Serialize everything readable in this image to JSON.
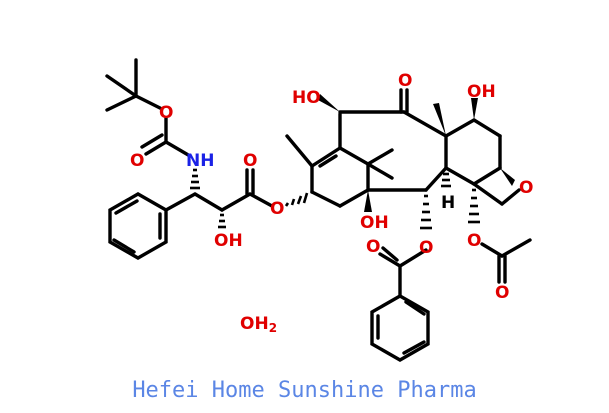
{
  "structure": {
    "atoms": {
      "boc_o": "O",
      "boc_co": "O",
      "nh": "NH",
      "ester_co": "O",
      "ester_o": "O",
      "side_oh": "OH",
      "c10_oh": "HO",
      "c9_ketone": "O",
      "c7_oh": "OH",
      "oxetane_o": "O",
      "c1_oh": "OH",
      "c2_o": "O",
      "bz_co": "O",
      "h_label": "H",
      "c4_o": "O",
      "ac_co": "O"
    },
    "water": {
      "main": "OH",
      "sub": "2"
    }
  },
  "watermark": "Hefei Home Sunshine Pharma",
  "colors": {
    "oxygen": "#e00000",
    "nitrogen": "#1a22e6",
    "bond": "#000000",
    "watermark": "#5b86e5"
  }
}
